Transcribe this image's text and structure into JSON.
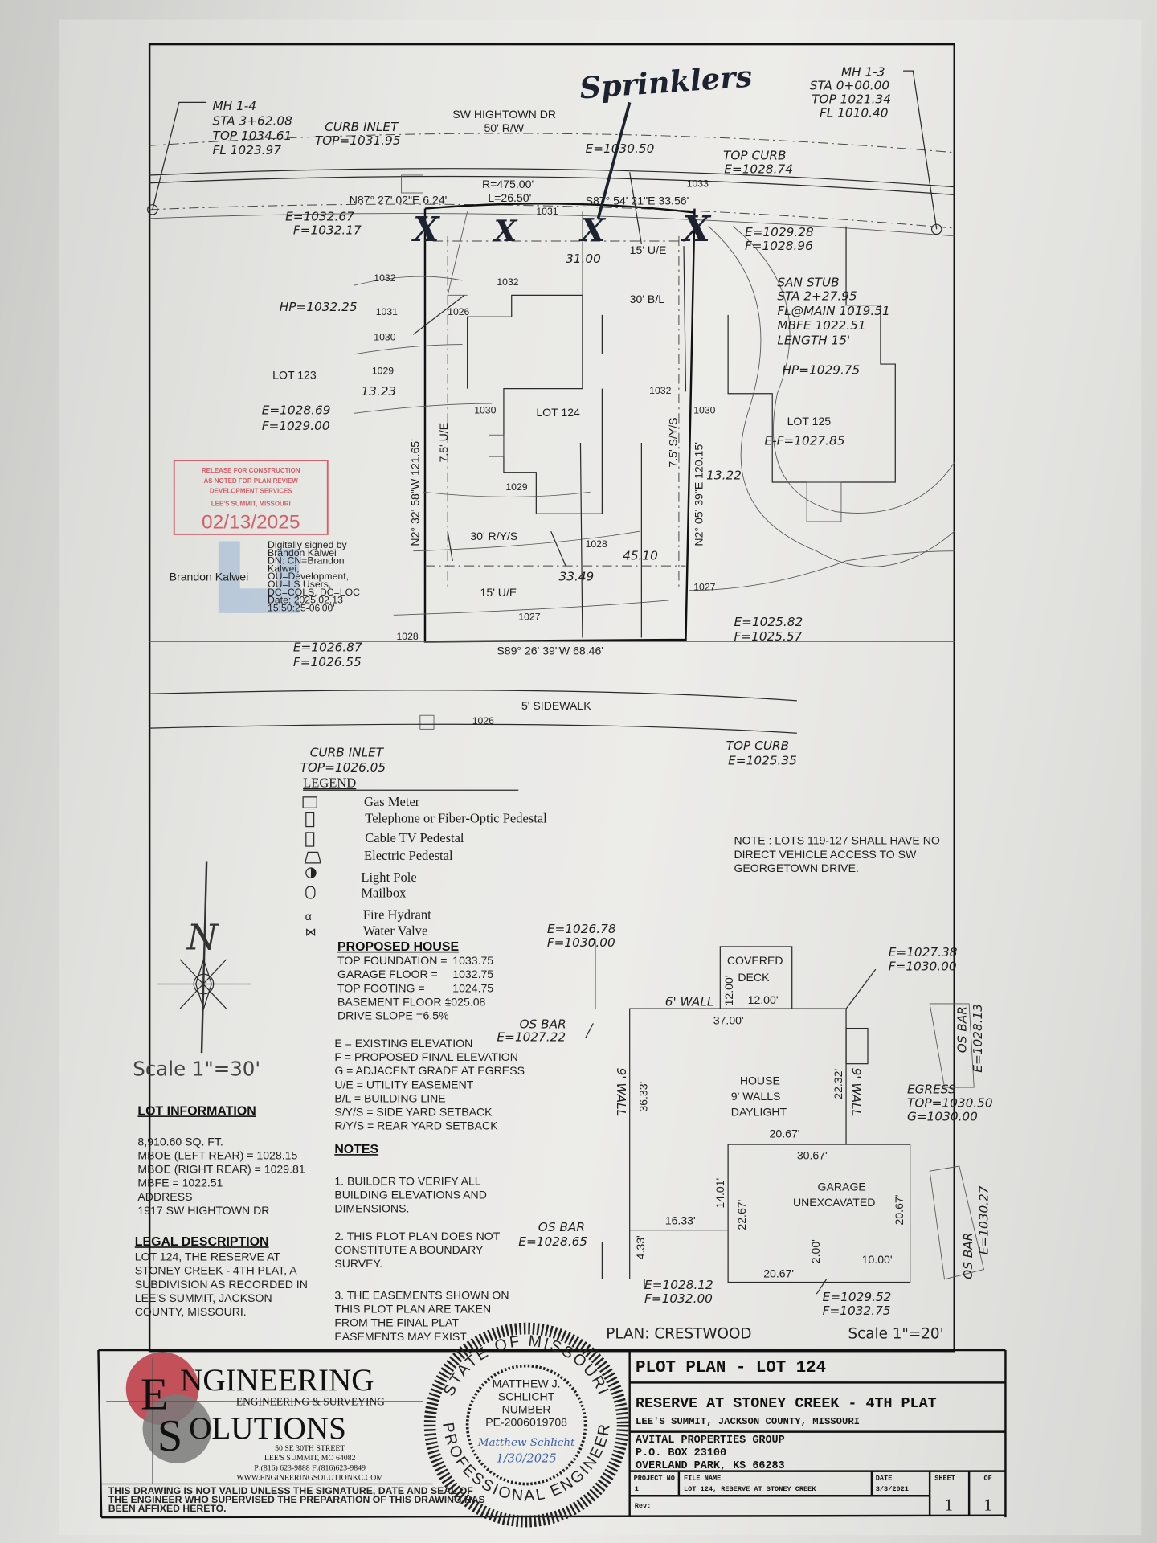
{
  "street": {
    "name": "SW HIGHTOWN DR",
    "row": "50' R/W",
    "e_center": "E=1030.50"
  },
  "handwritten": {
    "note": "Sprinklers",
    "marks": "X"
  },
  "manholes": {
    "mh14": [
      "MH 1-4",
      "STA 3+62.08",
      "TOP 1034.61",
      "FL 1023.97"
    ],
    "mh13": [
      "MH 1-3",
      "STA 0+00.00",
      "TOP 1021.34",
      "FL 1010.40"
    ]
  },
  "curb_inlet_top": [
    "CURB INLET",
    "TOP=1031.95"
  ],
  "curb_inlet_bottom": [
    "CURB INLET",
    "TOP=1026.05"
  ],
  "top_curb_top": [
    "TOP CURB",
    "E=1028.74"
  ],
  "top_curb_bottom": [
    "TOP CURB",
    "E=1025.35"
  ],
  "curve": [
    "R=475.00'",
    "L=26.50'"
  ],
  "bearings": {
    "front_left": "N87° 27' 02\"E 6.24'",
    "front_right": "S87° 54' 21\"E 33.56'",
    "left": "N2° 32' 58\"W 121.65'",
    "right": "N2° 05' 39\"E 120.15'",
    "rear": "S89° 26' 39\"W 68.46'"
  },
  "elevations": {
    "front_left": [
      "E=1032.67",
      "F=1032.17"
    ],
    "front_right": [
      "E=1029.28",
      "F=1028.96"
    ],
    "mid_left": [
      "E=1028.69",
      "F=1029.00"
    ],
    "mid_right": "E-F=1027.85",
    "rear_right": [
      "E=1025.82",
      "F=1025.57"
    ],
    "rear_left": [
      "E=1026.87",
      "F=1026.55"
    ],
    "hp_left": "HP=1032.25",
    "hp_right": "HP=1029.75"
  },
  "san_stub": [
    "SAN STUB",
    "STA 2+27.95",
    "FL@MAIN 1019.51",
    "MBFE 1022.51",
    "LENGTH 15'"
  ],
  "lots": {
    "left": "LOT 123",
    "center": "LOT 124",
    "right": "LOT 125"
  },
  "dims": {
    "front_setback": "31.00",
    "front_ue": "15' U/E",
    "bl": "30' B/L",
    "left_offset": "13.23",
    "right_offset": "13.22",
    "left_ue": "7.5' U/E",
    "right_sys": "7.5' S/Y/S",
    "rys": "30' R/Y/S",
    "rear1": "33.49",
    "rear2": "45.10",
    "rear_ue": "15' U/E",
    "sidewalk": "5' SIDEWALK"
  },
  "contours": [
    "1032",
    "1031",
    "1030",
    "1029",
    "1028",
    "1027",
    "1026",
    "1032",
    "1031",
    "1030",
    "1029",
    "1028",
    "1027",
    "1026",
    "1033",
    "1032",
    "1030"
  ],
  "release_stamp": {
    "lines": [
      "RELEASE FOR CONSTRUCTION",
      "AS NOTED FOR PLAN REVIEW",
      "DEVELOPMENT SERVICES",
      "LEE'S SUMMIT, MISSOURI"
    ],
    "date": "02/13/2025",
    "color": "#d0606a"
  },
  "signature": {
    "name": "Brandon Kalwei",
    "details": [
      "Digitally signed by",
      "Brandon Kalwei",
      "DN: CN=Brandon",
      "Kalwei,",
      "OU=Development,",
      "OU=LS Users,",
      "DC=COLS, DC=LOC",
      "Date: 2025.02.13",
      "15:50:25-06'00'"
    ]
  },
  "legend": {
    "title": "LEGEND",
    "items": [
      {
        "icon": "gas-meter-icon",
        "label": "Gas Meter"
      },
      {
        "icon": "telephone-pedestal-icon",
        "label": "Telephone or Fiber-Optic Pedestal"
      },
      {
        "icon": "cable-tv-pedestal-icon",
        "label": "Cable TV Pedestal"
      },
      {
        "icon": "electric-pedestal-icon",
        "label": "Electric Pedestal"
      },
      {
        "icon": "light-pole-icon",
        "label": "Light Pole"
      },
      {
        "icon": "mailbox-icon",
        "label": "Mailbox"
      },
      {
        "icon": "fire-hydrant-icon",
        "label": "Fire Hydrant"
      },
      {
        "icon": "water-valve-icon",
        "label": "Water Valve"
      }
    ]
  },
  "access_note": [
    "NOTE : LOTS 119-127 SHALL HAVE NO",
    "DIRECT VEHICLE ACCESS TO SW",
    "GEORGETOWN DRIVE."
  ],
  "proposed_house": {
    "title": "PROPOSED HOUSE",
    "rows": [
      {
        "label": "TOP FOUNDATION =",
        "value": "1033.75"
      },
      {
        "label": "GARAGE FLOOR =",
        "value": "1032.75"
      },
      {
        "label": "TOP FOOTING =",
        "value": "1024.75"
      },
      {
        "label": "BASEMENT FLOOR =",
        "value": "1025.08"
      },
      {
        "label": "DRIVE SLOPE =",
        "value": "6.5%"
      }
    ]
  },
  "abbreviations": [
    "E = EXISTING ELEVATION",
    "F = PROPOSED FINAL ELEVATION",
    "G = ADJACENT GRADE AT EGRESS",
    "U/E = UTILITY EASEMENT",
    "B/L = BUILDING LINE",
    "S/Y/S = SIDE YARD SETBACK",
    "R/Y/S = REAR YARD SETBACK"
  ],
  "compass": {
    "letter": "N",
    "scale": "Scale 1\"=30'"
  },
  "lot_information": {
    "title": "LOT INFORMATION",
    "lines": [
      "8,910.60 SQ. FT.",
      "MBOE (LEFT REAR) = 1028.15",
      "MBOE (RIGHT REAR) = 1029.81",
      "MBFE = 1022.51",
      "ADDRESS",
      "1917 SW HIGHTOWN DR"
    ]
  },
  "legal_description": {
    "title": "LEGAL DESCRIPTION",
    "lines": [
      "LOT 124, THE RESERVE AT",
      "STONEY CREEK - 4TH PLAT, A",
      "SUBDIVISION AS RECORDED IN",
      "LEE'S SUMMIT, JACKSON",
      "COUNTY, MISSOURI."
    ]
  },
  "notes": {
    "title": "NOTES",
    "items": [
      [
        "1. BUILDER TO VERIFY ALL",
        "BUILDING ELEVATIONS AND",
        "DIMENSIONS."
      ],
      [
        "2. THIS PLOT PLAN DOES NOT",
        "CONSTITUTE A BOUNDARY",
        "SURVEY."
      ],
      [
        "3. THE EASEMENTS SHOWN ON",
        "THIS PLOT PLAN ARE TAKEN",
        "FROM THE FINAL PLAT",
        "EASEMENTS MAY EXIST"
      ]
    ]
  },
  "house_plan": {
    "e_top_left": [
      "E=1026.78",
      "F=1030.00"
    ],
    "e_top_right": [
      "E=1027.38",
      "F=1030.00"
    ],
    "deck": [
      "COVERED",
      "DECK"
    ],
    "deck_w": "12.00'",
    "deck_d": "12.00'",
    "wall6": "6' WALL",
    "width_top": "37.00'",
    "os_bar_left": [
      "OS BAR",
      "E=1027.22"
    ],
    "os_bar_right_top": [
      "OS BAR",
      "E=1028.13"
    ],
    "os_bar_right_bottom": [
      "OS BAR",
      "E=1030.27"
    ],
    "os_bar_bottom_left": [
      "OS BAR",
      "E=1028.65"
    ],
    "house": [
      "HOUSE",
      "9' WALLS",
      "DAYLIGHT"
    ],
    "wall9": "9' WALL",
    "depth_left": "36.33'",
    "depth_right": "22.32'",
    "egress": [
      "EGRESS",
      "TOP=1030.50",
      "G=1030.00"
    ],
    "step1": "20.67'",
    "garage_w": "30.67'",
    "garage": [
      "GARAGE",
      "UNEXCAVATED"
    ],
    "d14": "14.01'",
    "d2267": "22.67'",
    "d1633": "16.33'",
    "garage_d": "20.67'",
    "d433": "4.33'",
    "d200": "2.00'",
    "d1000": "10.00'",
    "garage_front": "20.67'",
    "e_bottom_left": [
      "E=1028.12",
      "F=1032.00"
    ],
    "e_bottom_right": [
      "E=1029.52",
      "F=1032.75"
    ],
    "plan": "PLAN: CRESTWOOD",
    "scale": "Scale 1\"=20'"
  },
  "company": {
    "name_top": "NGINEERING",
    "initial_top": "E",
    "tagline": "ENGINEERING & SURVEYING",
    "name_bottom": "OLUTIONS",
    "initial_bottom": "S",
    "address": [
      "50 SE 30TH STREET",
      "LEE'S SUMMIT, MO 64082",
      "P:(816) 623-9888 F:(816)623-9849",
      "WWW.ENGINEERINGSOLUTIONKC.COM"
    ],
    "disclaimer": [
      "THIS DRAWING IS NOT VALID UNLESS THE SIGNATURE, DATE AND SEAL OF",
      "THE ENGINEER WHO SUPERVISED THE PREPARATION OF THIS DRAWING HAS",
      "BEEN AFFIXED HERETO."
    ],
    "red": "#c0404a",
    "gray": "#7a7a7a"
  },
  "seal": {
    "top": "STATE OF MISSOURI",
    "bottom": "PROFESSIONAL ENGINEER",
    "lines": [
      "MATTHEW J.",
      "SCHLICHT",
      "NUMBER",
      "PE-2006019708"
    ],
    "signature": "Matthew Schlicht",
    "signed_date": "1/30/2025"
  },
  "title_block": {
    "title": "PLOT PLAN - LOT 124",
    "subdivision": "RESERVE AT STONEY CREEK - 4TH PLAT",
    "location": "LEE'S SUMMIT, JACKSON COUNTY, MISSOURI",
    "owner": [
      "AVITAL PROPERTIES GROUP",
      "P.O. BOX 23100",
      "OVERLAND PARK, KS 66283"
    ],
    "project_no_label": "PROJECT NO.",
    "project_no": "1",
    "file_name_label": "FILE NAME",
    "file_name": "LOT 124, RESERVE AT STONEY CREEK",
    "date_label": "DATE",
    "date": "3/3/2021",
    "sheet_label": "SHEET",
    "sheet": "1",
    "of_label": "OF",
    "of": "1",
    "rev_label": "Rev:"
  }
}
